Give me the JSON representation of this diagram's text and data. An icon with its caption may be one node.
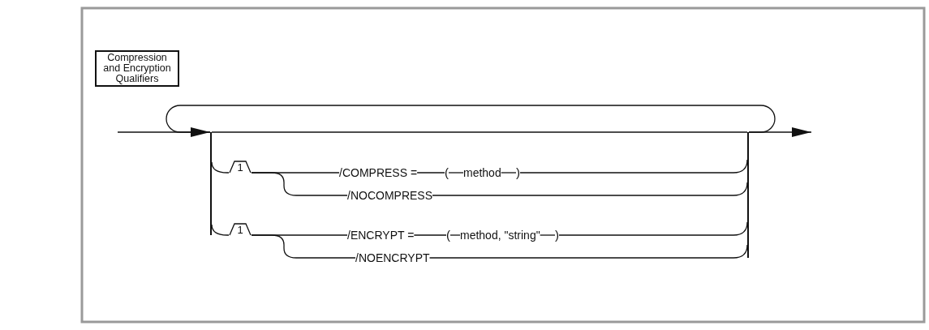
{
  "diagram": {
    "nodes": [
      {
        "text": [
          "Compression and Encryption Qualifiers"
        ]
      },
      {
        "text": [
          "1"
        ]
      },
      {
        "text": [
          "/COMPRESS ="
        ]
      },
      {
        "text": [
          "("
        ]
      },
      {
        "text": [
          "method"
        ]
      },
      {
        "text": [
          ")"
        ]
      },
      {
        "text": [
          "/NOCOMPRESS"
        ]
      },
      {
        "text": [
          "1"
        ]
      },
      {
        "text": [
          "/ENCRYPT ="
        ]
      },
      {
        "text": [
          "("
        ]
      },
      {
        "text": [
          "method, \"string\""
        ]
      },
      {
        "text": [
          ")"
        ]
      },
      {
        "text": [
          "/NOENCRYPT"
        ]
      },
      {
        "text": [],
        "shape": "bar"
      },
      {
        "text": [],
        "shape": "bar"
      }
    ],
    "edges": [
      {
        "from": 1,
        "to": 2,
        "arrow": "none"
      },
      {
        "from": 2,
        "to": 3,
        "arrow": "none"
      },
      {
        "from": 3,
        "to": 4,
        "arrow": "none"
      },
      {
        "from": 4,
        "to": 5,
        "arrow": "none"
      },
      {
        "from": 1,
        "to": 6,
        "arrow": "none"
      },
      {
        "from": 7,
        "to": 8,
        "arrow": "none"
      },
      {
        "from": 8,
        "to": 9,
        "arrow": "none"
      },
      {
        "from": 9,
        "to": 10,
        "arrow": "none"
      },
      {
        "from": 10,
        "to": 11,
        "arrow": "none"
      },
      {
        "from": 7,
        "to": 12,
        "arrow": "none"
      },
      {
        "from": null,
        "to": 13,
        "arrow": "to"
      },
      {
        "from": 13,
        "to": 14,
        "arrow": "none"
      },
      {
        "from": 13,
        "to": 14,
        "arrow": "none"
      },
      {
        "from": 14,
        "to": null,
        "arrow": "to"
      },
      {
        "from": 13,
        "to": 1,
        "arrow": "none"
      },
      {
        "from": 13,
        "to": 7,
        "arrow": "none"
      },
      {
        "from": 5,
        "to": 14,
        "arrow": "none"
      },
      {
        "from": 6,
        "to": 14,
        "arrow": "none"
      },
      {
        "from": 11,
        "to": 14,
        "arrow": "none"
      },
      {
        "from": 12,
        "to": 14,
        "arrow": "none"
      }
    ]
  }
}
